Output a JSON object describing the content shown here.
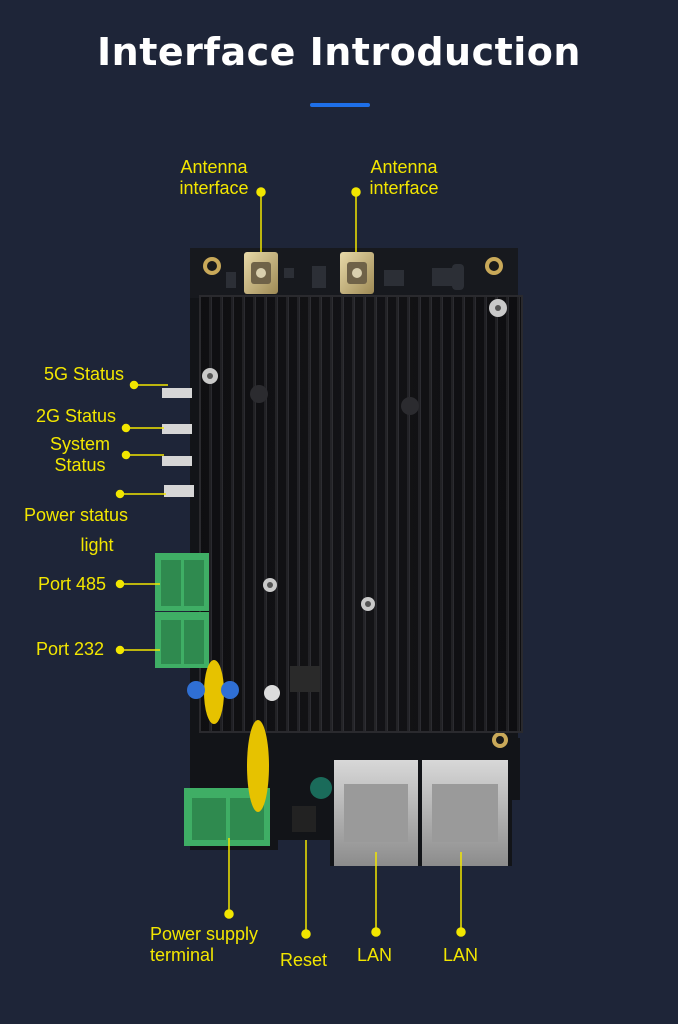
{
  "header": {
    "title": "Interface Introduction",
    "accent_color": "#1e6fe8"
  },
  "label_color": "#f2e600",
  "labels": {
    "antenna_left_line1": "Antenna",
    "antenna_left_line2": "interface",
    "antenna_right_line1": "Antenna",
    "antenna_right_line2": "interface",
    "status_5g": "5G Status",
    "status_2g": "2G Status",
    "system_status_line1": "System",
    "system_status_line2": "Status",
    "power_status_line1": "Power status",
    "power_status_line2": "light",
    "port_485": "Port 485",
    "port_232": "Port 232",
    "power_supply_line1": "Power supply",
    "power_supply_line2": "terminal",
    "reset": "Reset",
    "lan_left": "LAN",
    "lan_right": "LAN"
  }
}
